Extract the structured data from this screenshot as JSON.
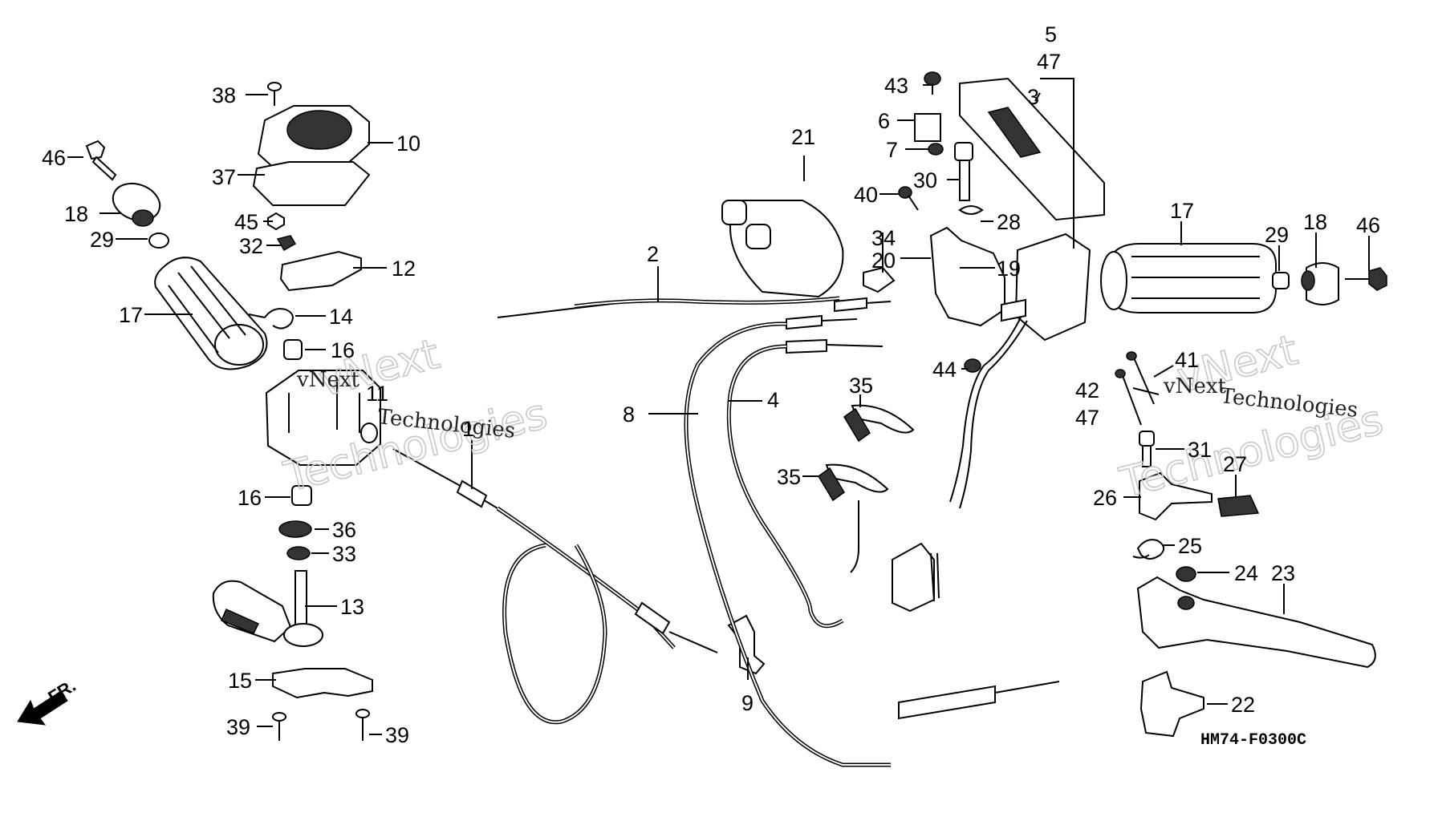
{
  "diagram": {
    "reference_code": "HM74-F0300C",
    "front_arrow_label": "FR.",
    "watermarks": [
      {
        "big_top": "vNext",
        "big_bottom": "Technologies",
        "small_top": "vNext",
        "small_bottom": "Technologies"
      },
      {
        "big_top": "vNext",
        "big_bottom": "Technologies",
        "small_top": "vNext",
        "small_bottom": "Technologies"
      }
    ],
    "callouts": {
      "c1": "1",
      "c2": "2",
      "c3": "3",
      "c4": "4",
      "c5": "5",
      "c6": "6",
      "c7": "7",
      "c8": "8",
      "c9": "9",
      "c10": "10",
      "c11": "11",
      "c12": "12",
      "c13": "13",
      "c14": "14",
      "c15": "15",
      "c16a": "16",
      "c16b": "16",
      "c17a": "17",
      "c17b": "17",
      "c18a": "18",
      "c18b": "18",
      "c19": "19",
      "c20": "20",
      "c21": "21",
      "c22": "22",
      "c23": "23",
      "c24": "24",
      "c25": "25",
      "c26": "26",
      "c27": "27",
      "c28": "28",
      "c29a": "29",
      "c29b": "29",
      "c30": "30",
      "c31": "31",
      "c32": "32",
      "c33": "33",
      "c34": "34",
      "c35a": "35",
      "c35b": "35",
      "c36": "36",
      "c37": "37",
      "c38": "38",
      "c39a": "39",
      "c39b": "39",
      "c40": "40",
      "c41": "41",
      "c42": "42",
      "c43": "43",
      "c44": "44",
      "c45": "45",
      "c46a": "46",
      "c46b": "46",
      "c47a": "47",
      "c47b": "47"
    }
  }
}
